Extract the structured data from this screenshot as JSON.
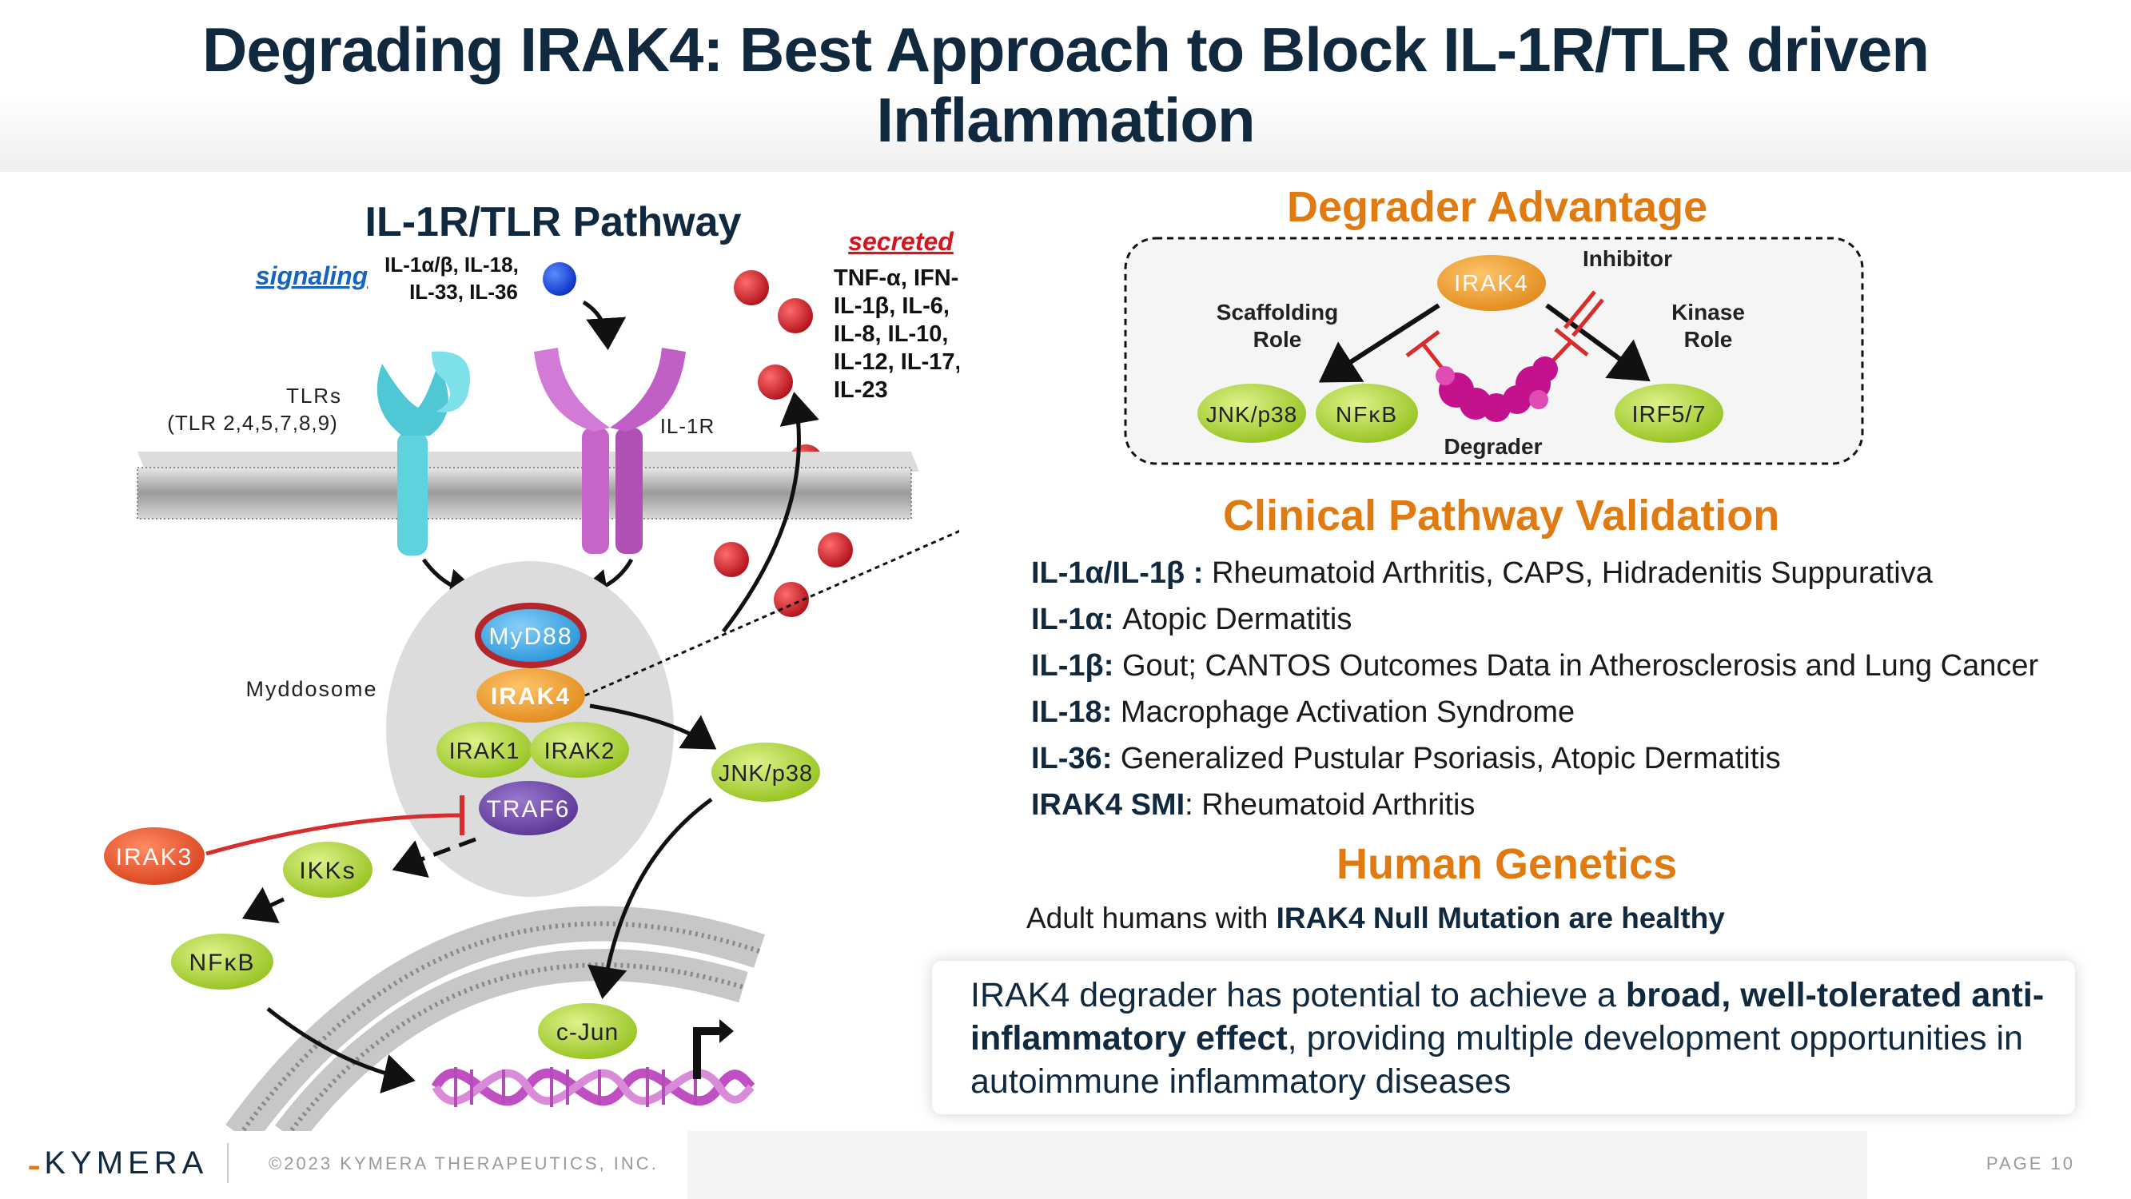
{
  "slide": {
    "title_line1": "Degrading IRAK4: Best Approach to Block IL-1R/TLR driven",
    "title_line2": "Inflammation"
  },
  "pathway": {
    "title": "IL-1R/TLR Pathway",
    "signaling_label": "signaling",
    "signaling_ligands_line1": "IL-1α/β, IL-18,",
    "signaling_ligands_line2": "IL-33, IL-36",
    "secreted_label": "secreted",
    "secreted_cytokines": [
      "TNF-α, IFN-γ,",
      "IL-1β, IL-6,",
      "IL-8, IL-10,",
      "IL-12, IL-17,",
      "IL-23"
    ],
    "tlrs_label_line1": "TLRs",
    "tlrs_label_line2": "(TLR 2,4,5,7,8,9)",
    "il1r_label": "IL-1R",
    "myddosome_label": "Myddosome",
    "nodes": {
      "myd88": "MyD88",
      "irak4": "IRAK4",
      "irak1": "IRAK1",
      "irak2": "IRAK2",
      "traf6": "TRAF6",
      "irak3": "IRAK3",
      "ikks": "IKKs",
      "nfkb": "NFκB",
      "jnk_p38": "JNK/p38",
      "c_jun": "c-Jun"
    },
    "colors": {
      "irak4": "#f0a030",
      "green_node": "#b5dd3a",
      "myd88": "#3aa6e6",
      "traf6": "#6f47a8",
      "irak3": "#e8562a",
      "inhibit": "#d62d2d",
      "cytokine": "#d0171f"
    }
  },
  "degrader_advantage": {
    "title": "Degrader Advantage",
    "irak4": "IRAK4",
    "inhibitor_label": "Inhibitor",
    "scaffolding_line1": "Scaffolding",
    "scaffolding_line2": "Role",
    "kinase_line1": "Kinase",
    "kinase_line2": "Role",
    "jnk_p38": "JNK/p38",
    "nfkb": "NFκB",
    "irf57": "IRF5/7",
    "degrader_label": "Degrader"
  },
  "clinical": {
    "title": "Clinical Pathway Validation",
    "rows": [
      {
        "label": "IL-1α/IL-1β :",
        "text": " Rheumatoid Arthritis, CAPS, Hidradenitis Suppurativa"
      },
      {
        "label": "IL-1α:",
        "text": " Atopic Dermatitis"
      },
      {
        "label": "IL-1β:",
        "text": " Gout; CANTOS Outcomes Data in Atherosclerosis and Lung Cancer"
      },
      {
        "label": "IL-18:",
        "text": " Macrophage Activation Syndrome"
      },
      {
        "label": "IL-36:",
        "text": " Generalized Pustular Psoriasis, Atopic Dermatitis"
      },
      {
        "label": "IRAK4 SMI",
        "text": ": Rheumatoid Arthritis"
      }
    ]
  },
  "genetics": {
    "title": "Human Genetics",
    "text_plain": "Adult humans with ",
    "text_bold": "IRAK4 Null Mutation are healthy"
  },
  "callout": {
    "part1": "IRAK4 degrader has potential to achieve a ",
    "bold1": "broad, well-tolerated anti-inflammatory effect",
    "part2": ", providing multiple development opportunities in autoimmune inflammatory diseases"
  },
  "footer": {
    "logo": "KYMERA",
    "copyright": "©2023 KYMERA THERAPEUTICS, INC.",
    "page": "PAGE 10"
  }
}
